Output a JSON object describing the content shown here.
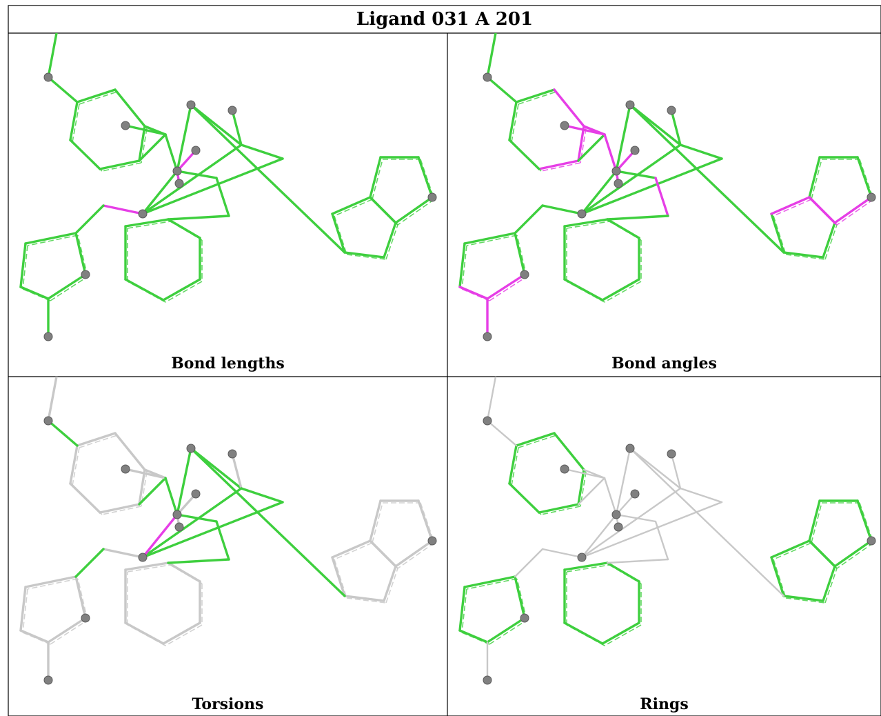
{
  "title": "Ligand 031 A 201",
  "colors": {
    "ok": "#3ecf3e",
    "outlier": "#e63ee6",
    "neutral": "#c8c8c8",
    "atom": "#808080",
    "grid": "#000000"
  },
  "panels": [
    {
      "key": "bond_lengths",
      "label": "Bond lengths",
      "mode": "lengths"
    },
    {
      "key": "bond_angles",
      "label": "Bond angles",
      "mode": "angles"
    },
    {
      "key": "torsions",
      "label": "Torsions",
      "mode": "torsions"
    },
    {
      "key": "rings",
      "label": "Rings",
      "mode": "rings"
    }
  ]
}
